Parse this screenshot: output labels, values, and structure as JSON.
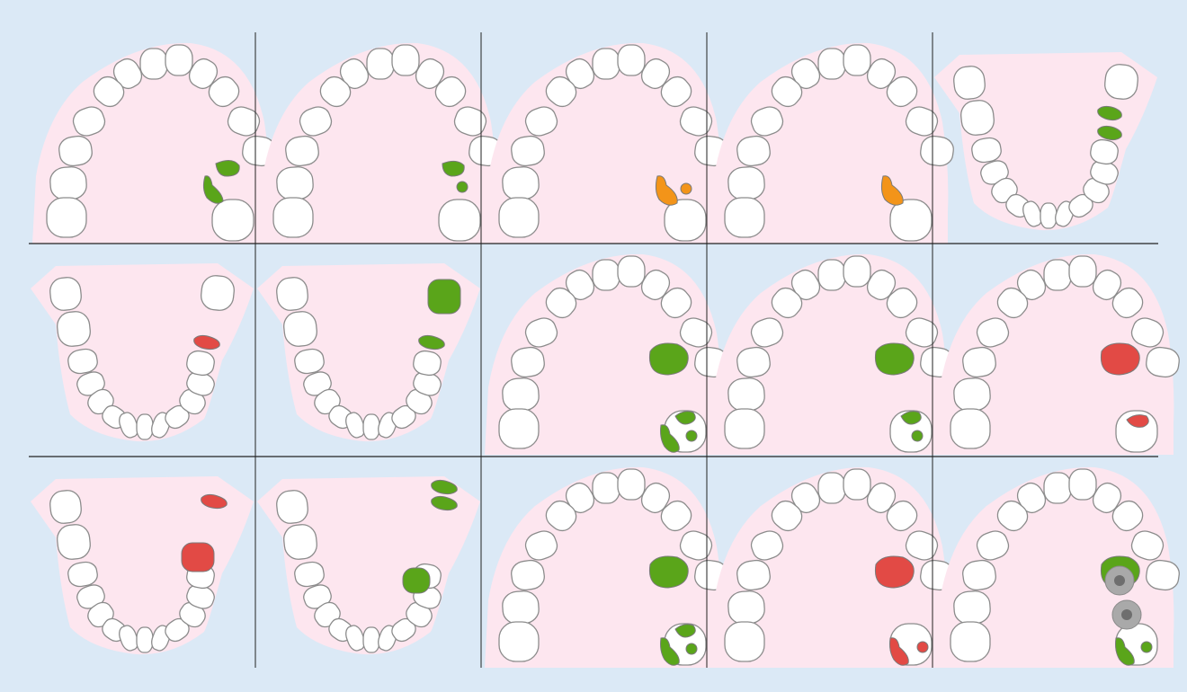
{
  "figure": {
    "columns": 5,
    "rows": 3,
    "colors": {
      "background": "#dbe9f6",
      "gums": "#fde6ef",
      "tooth_fill": "#ffffff",
      "tooth_stroke": "#8c8c8c",
      "grid_line": "#222222",
      "green": "#5aa51a",
      "orange": "#f39419",
      "red": "#e24a45",
      "implant_outer": "#a9a9a9",
      "implant_inner": "#6e6e6e"
    }
  },
  "panels": [
    {
      "id": "r1c1",
      "arch": "upper",
      "marks": [
        {
          "color": "green",
          "shape": "blob"
        },
        {
          "color": "green",
          "shape": "drop"
        }
      ]
    },
    {
      "id": "r1c2",
      "arch": "upper",
      "marks": [
        {
          "color": "green",
          "shape": "blob"
        },
        {
          "color": "green",
          "shape": "dot"
        }
      ]
    },
    {
      "id": "r1c3",
      "arch": "upper",
      "marks": [
        {
          "color": "orange",
          "shape": "drop"
        },
        {
          "color": "orange",
          "shape": "dot"
        }
      ]
    },
    {
      "id": "r1c4",
      "arch": "upper",
      "marks": [
        {
          "color": "orange",
          "shape": "drop"
        }
      ]
    },
    {
      "id": "r1c5",
      "arch": "lower",
      "marks": [
        {
          "color": "green",
          "shape": "bean"
        },
        {
          "color": "green",
          "shape": "bean"
        }
      ]
    },
    {
      "id": "r2c1",
      "arch": "lower",
      "marks": [
        {
          "color": "red",
          "shape": "bean"
        }
      ]
    },
    {
      "id": "r2c2",
      "arch": "lower",
      "marks": [
        {
          "color": "green",
          "shape": "large-square"
        },
        {
          "color": "green",
          "shape": "bean"
        }
      ]
    },
    {
      "id": "r2c3",
      "arch": "upper",
      "marks": [
        {
          "color": "green",
          "shape": "large-oval"
        },
        {
          "color": "green",
          "shape": "cluster"
        }
      ]
    },
    {
      "id": "r2c4",
      "arch": "upper",
      "marks": [
        {
          "color": "green",
          "shape": "large-oval"
        },
        {
          "color": "green",
          "shape": "small-cluster"
        }
      ]
    },
    {
      "id": "r2c5",
      "arch": "upper",
      "marks": [
        {
          "color": "red",
          "shape": "large-oval"
        },
        {
          "color": "red",
          "shape": "small-bean"
        }
      ]
    },
    {
      "id": "r3c1",
      "arch": "lower",
      "marks": [
        {
          "color": "red",
          "shape": "bean"
        },
        {
          "color": "red",
          "shape": "square"
        }
      ]
    },
    {
      "id": "r3c2",
      "arch": "lower",
      "marks": [
        {
          "color": "green",
          "shape": "double-bean"
        },
        {
          "color": "green",
          "shape": "square"
        }
      ]
    },
    {
      "id": "r3c3",
      "arch": "upper",
      "marks": [
        {
          "color": "green",
          "shape": "large-oval"
        },
        {
          "color": "green",
          "shape": "cluster"
        }
      ]
    },
    {
      "id": "r3c4",
      "arch": "upper",
      "marks": [
        {
          "color": "red",
          "shape": "large-oval"
        },
        {
          "color": "red",
          "shape": "drop-dot"
        }
      ]
    },
    {
      "id": "r3c5",
      "arch": "upper",
      "marks": [
        {
          "color": "green",
          "shape": "large-oval"
        },
        {
          "color": "grey",
          "shape": "implant"
        },
        {
          "color": "grey",
          "shape": "implant"
        },
        {
          "color": "green",
          "shape": "drop-dot"
        }
      ]
    }
  ]
}
